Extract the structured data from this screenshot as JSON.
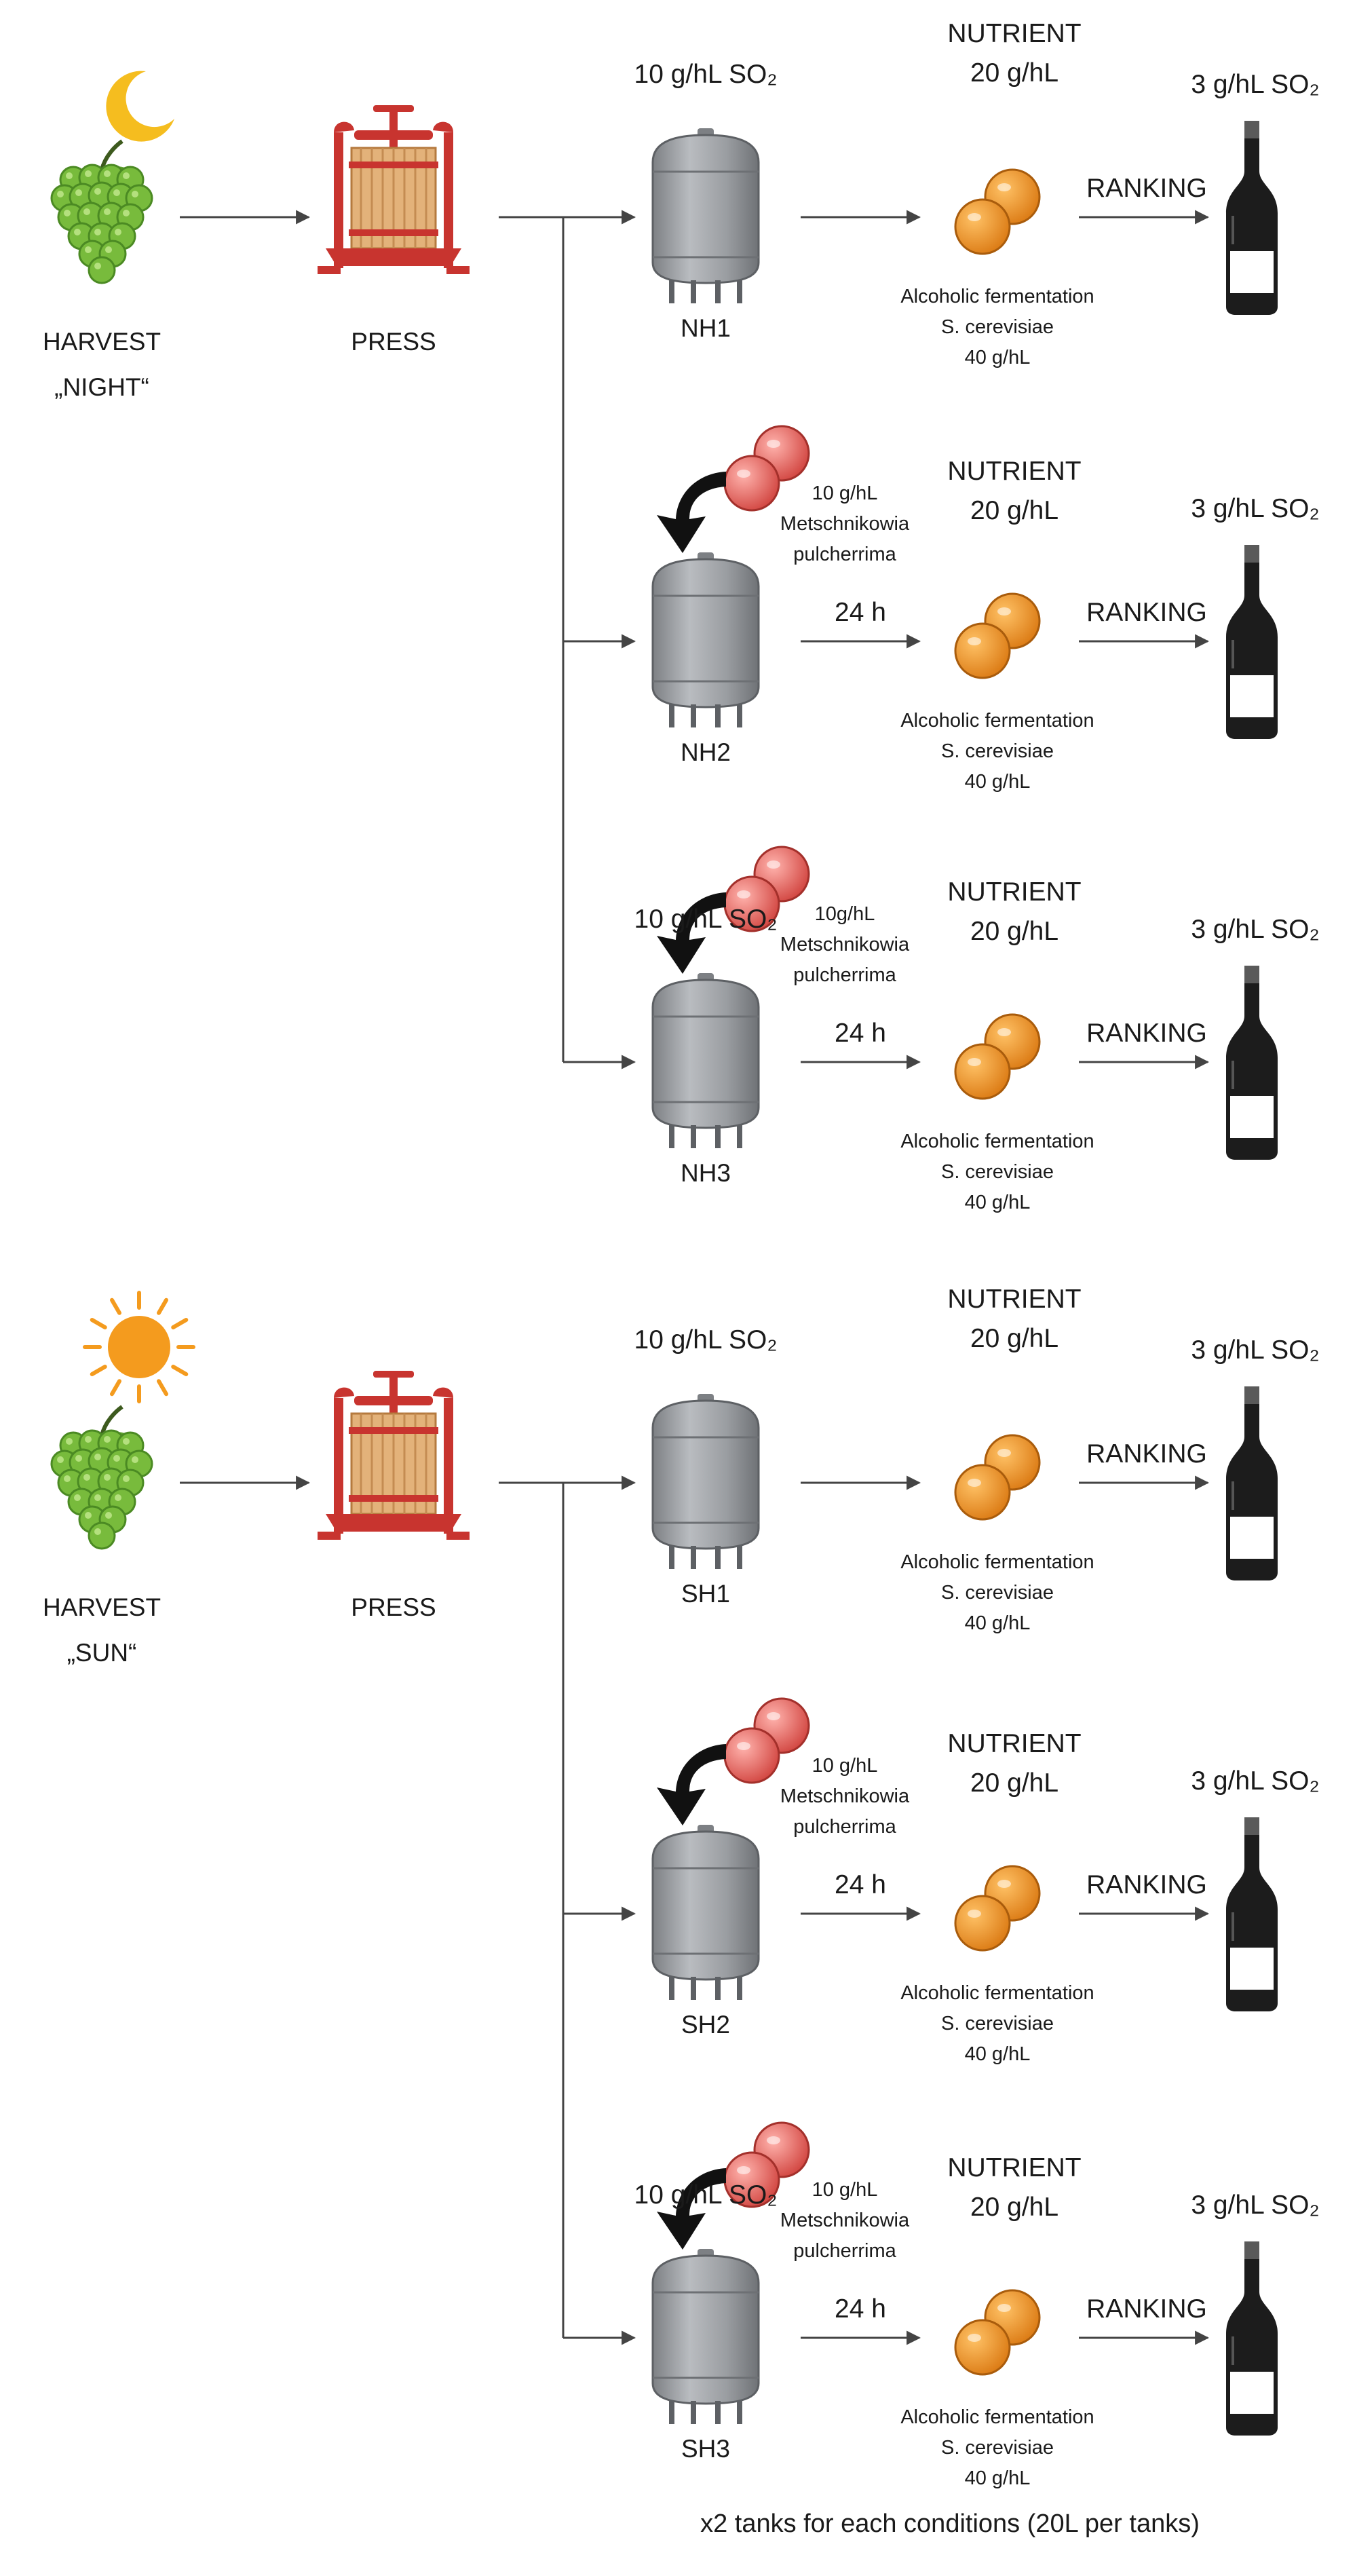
{
  "colors": {
    "line": "#444444",
    "grape": "#7cbf3f",
    "grape_dark": "#4f8a26",
    "moon": "#f5bd1f",
    "sun": "#f49b1e",
    "press": "#c8342f",
    "press_wood": "#e3b27a",
    "tank": "#8f9296",
    "tank_light": "#b9bcc0",
    "yeast_orange": "#e8881a",
    "yeast_red": "#e05a55",
    "bottle": "#1c1c1c"
  },
  "icons": [
    "moon-icon",
    "sun-icon",
    "grape-icon",
    "wine-press-icon",
    "tank-icon",
    "yeast-icon",
    "wine-bottle-icon",
    "arrow-curved-icon"
  ],
  "blocks": [
    {
      "id": "night",
      "harvest": "HARVEST",
      "harvest_sub": "„NIGHT“",
      "press": "PRESS",
      "rows": [
        {
          "so2_top": "10 g/hL SO₂",
          "tank": "NH1",
          "nutrient": "NUTRIENT",
          "nutrient_dose": "20 g/hL",
          "ranking": "RANKING",
          "so2_end": "3 g/hL SO₂",
          "af1": "Alcoholic fermentation",
          "af2": "S. cerevisiae",
          "af3": "40 g/hL"
        },
        {
          "so2_top": "",
          "tank": "NH2",
          "mp1": "10 g/hL",
          "mp2": "Metschnikowia",
          "mp3": "pulcherrima",
          "hours": "24 h",
          "nutrient": "NUTRIENT",
          "nutrient_dose": "20 g/hL",
          "ranking": "RANKING",
          "so2_end": "3 g/hL SO₂",
          "af1": "Alcoholic fermentation",
          "af2": "S. cerevisiae",
          "af3": "40 g/hL"
        },
        {
          "so2_top": "10 g/hL SO₂",
          "tank": "NH3",
          "mp1": "10g/hL",
          "mp2": "Metschnikowia",
          "mp3": "pulcherrima",
          "hours": "24 h",
          "nutrient": "NUTRIENT",
          "nutrient_dose": "20 g/hL",
          "ranking": "RANKING",
          "so2_end": "3 g/hL SO₂",
          "af1": "Alcoholic fermentation",
          "af2": "S. cerevisiae",
          "af3": "40 g/hL"
        }
      ]
    },
    {
      "id": "sun",
      "harvest": "HARVEST",
      "harvest_sub": "„SUN“",
      "press": "PRESS",
      "rows": [
        {
          "so2_top": "10 g/hL SO₂",
          "tank": "SH1",
          "nutrient": "NUTRIENT",
          "nutrient_dose": "20 g/hL",
          "ranking": "RANKING",
          "so2_end": "3 g/hL SO₂",
          "af1": "Alcoholic fermentation",
          "af2": "S. cerevisiae",
          "af3": "40 g/hL"
        },
        {
          "so2_top": "",
          "tank": "SH2",
          "mp1": "10 g/hL",
          "mp2": "Metschnikowia",
          "mp3": "pulcherrima",
          "hours": "24 h",
          "nutrient": "NUTRIENT",
          "nutrient_dose": "20 g/hL",
          "ranking": "RANKING",
          "so2_end": "3 g/hL SO₂",
          "af1": "Alcoholic fermentation",
          "af2": "S. cerevisiae",
          "af3": "40 g/hL"
        },
        {
          "so2_top": "10 g/hL SO₂",
          "tank": "SH3",
          "mp1": "10 g/hL",
          "mp2": "Metschnikowia",
          "mp3": "pulcherrima",
          "hours": "24 h",
          "nutrient": "NUTRIENT",
          "nutrient_dose": "20 g/hL",
          "ranking": "RANKING",
          "so2_end": "3 g/hL SO₂",
          "af1": "Alcoholic fermentation",
          "af2": "S. cerevisiae",
          "af3": "40 g/hL"
        }
      ]
    }
  ],
  "footer": "x2 tanks for each conditions (20L per tanks)"
}
